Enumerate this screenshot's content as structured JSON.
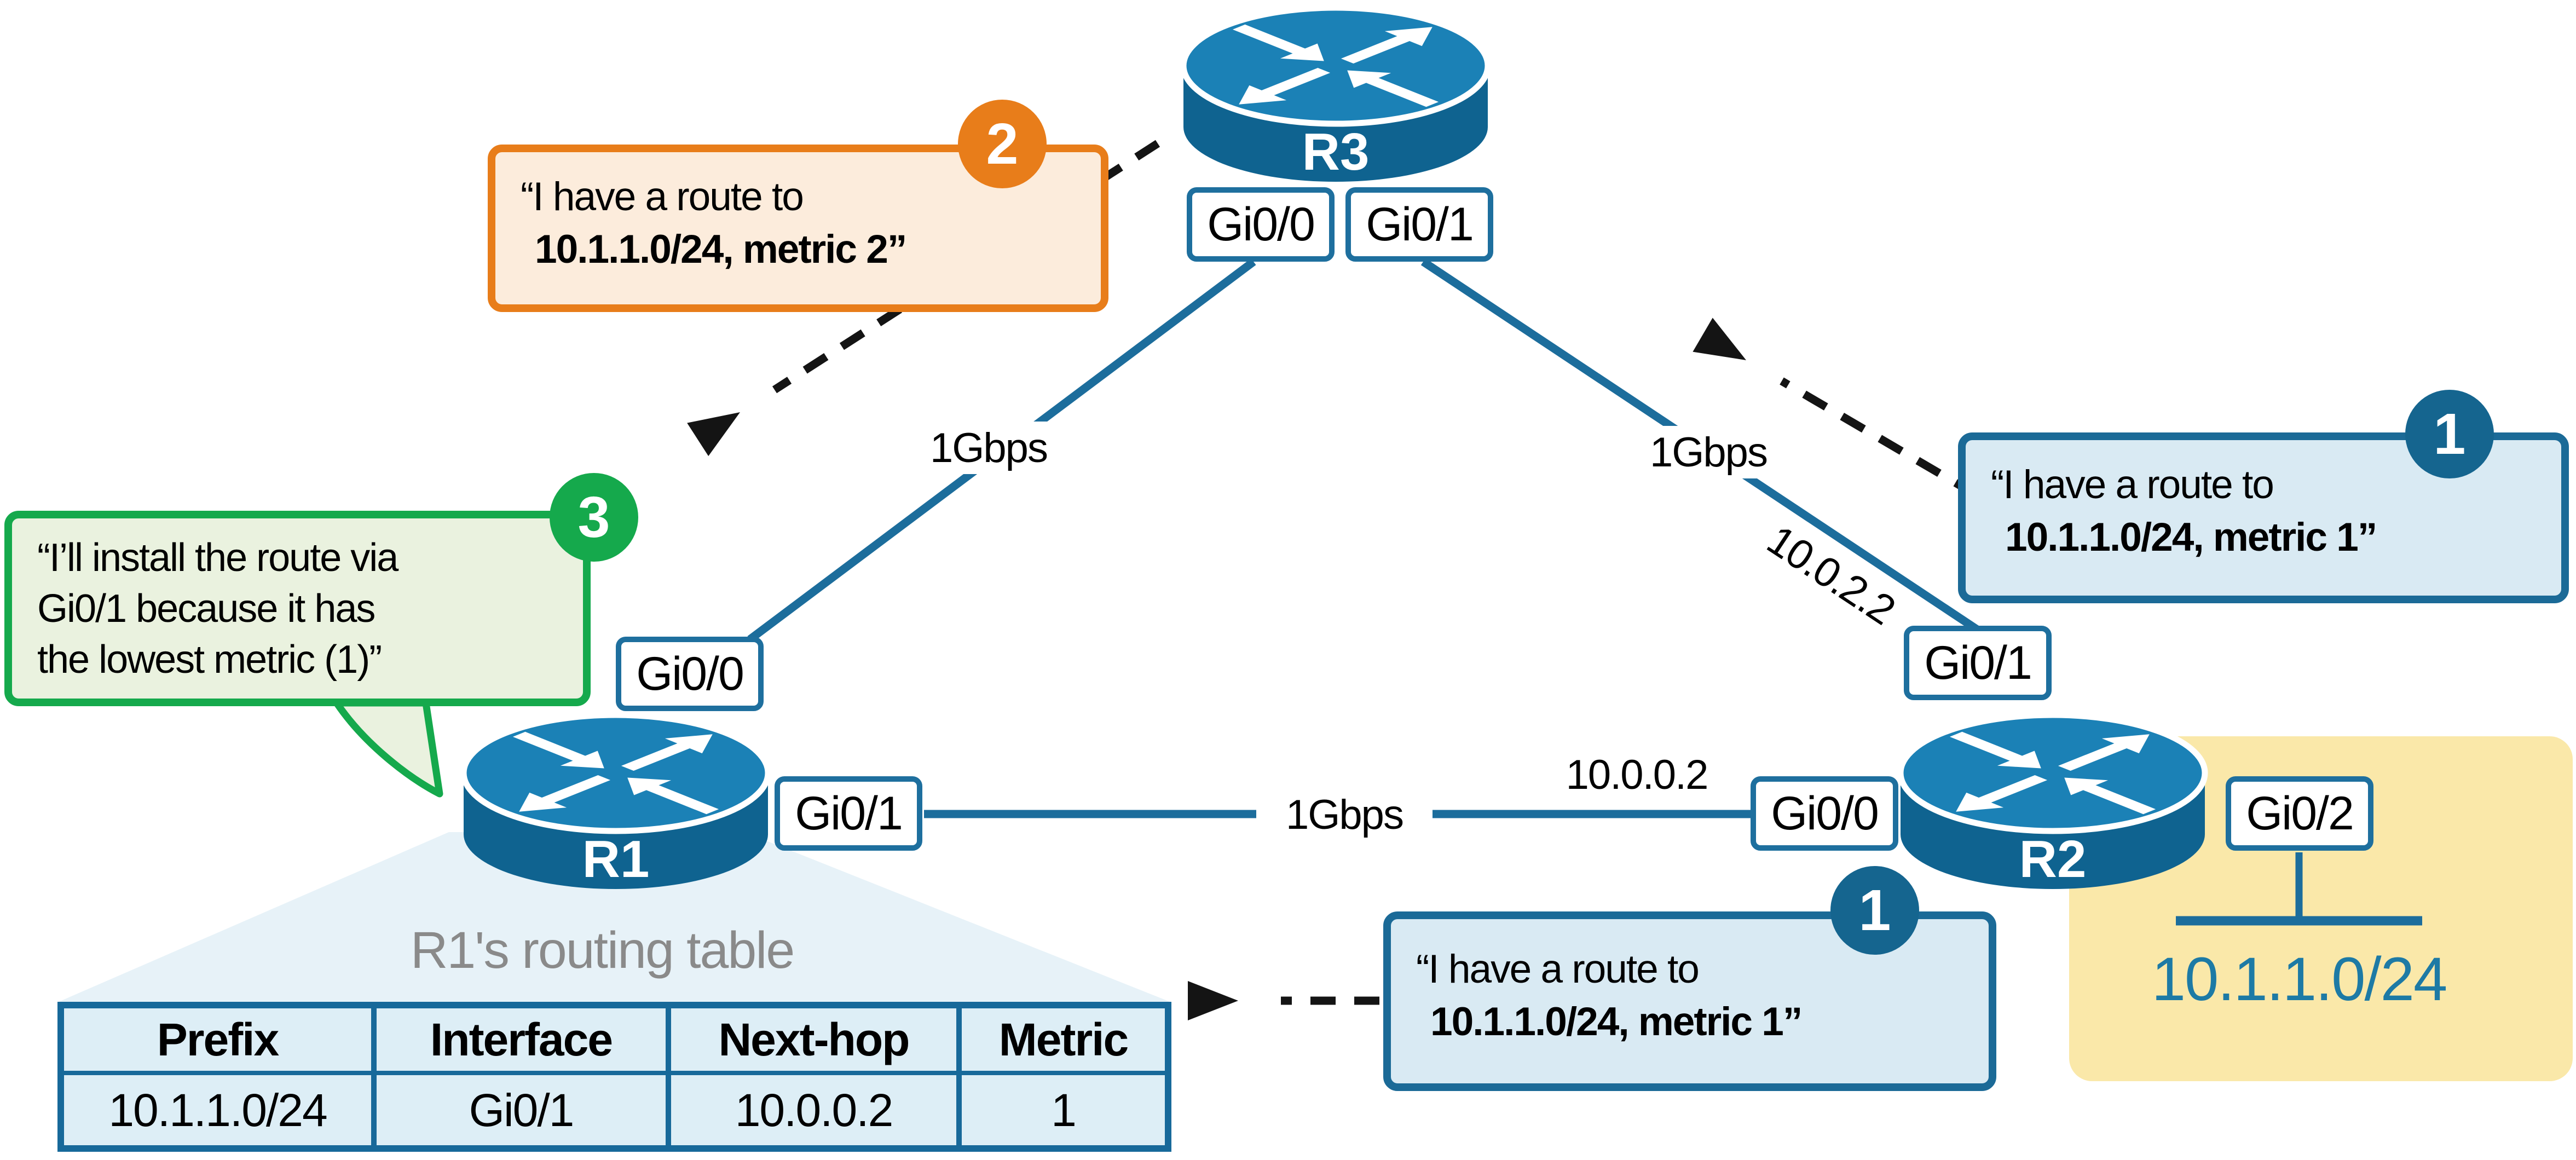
{
  "routers": {
    "r1": "R1",
    "r2": "R2",
    "r3": "R3"
  },
  "interfaces": {
    "r3_left": "Gi0/0",
    "r3_right": "Gi0/1",
    "r1_top": "Gi0/0",
    "r1_right": "Gi0/1",
    "r2_top": "Gi0/1",
    "r2_left": "Gi0/0",
    "r2_right": "Gi0/2"
  },
  "links": {
    "r1_r3_speed": "1Gbps",
    "r2_r3_speed": "1Gbps",
    "r1_r2_speed": "1Gbps",
    "r2_ip_on_r1_link": "10.0.0.2",
    "r2_ip_on_r3_link": "10.0.2.2"
  },
  "lan": {
    "prefix": "10.1.1.0/24"
  },
  "callouts": {
    "step1_top": {
      "badge": "1",
      "line1": "“I have a route to",
      "line2": "10.1.1.0/24, metric 1”"
    },
    "step1_bottom": {
      "badge": "1",
      "line1": "“I have a route to",
      "line2": "10.1.1.0/24, metric 1”"
    },
    "step2": {
      "badge": "2",
      "line1": "“I have a route to",
      "line2": "10.1.1.0/24, metric 2”"
    },
    "step3": {
      "badge": "3",
      "line1": "“I’ll install the route via",
      "line2": "Gi0/1 because it has",
      "line3": "the lowest metric (1)”"
    }
  },
  "routing_table": {
    "title": "R1's routing table",
    "headers": [
      "Prefix",
      "Interface",
      "Next-hop",
      "Metric"
    ],
    "rows": [
      [
        "10.1.1.0/24",
        "Gi0/1",
        "10.0.0.2",
        "1"
      ]
    ]
  },
  "colors": {
    "router_top": "#1b81b6",
    "router_body": "#0f6390",
    "link": "#1c6d9c",
    "interface_border": "#1e6f9e",
    "callout_blue_border": "#1b6a97",
    "callout_blue_fill": "#d9eaf3",
    "badge_blue": "#15658f",
    "orange": "#e87d1a",
    "orange_fill": "#fcecdc",
    "green": "#15a94c",
    "green_fill": "#eaf2df",
    "lan_highlight": "#fae8a9",
    "table_fill": "#ddeef6",
    "table_border": "#17699a",
    "trapezoid": "#e7f2f8",
    "lan_text": "#1d7aa5",
    "title_gray": "#8a8a8a",
    "arrow_black": "#141414"
  }
}
